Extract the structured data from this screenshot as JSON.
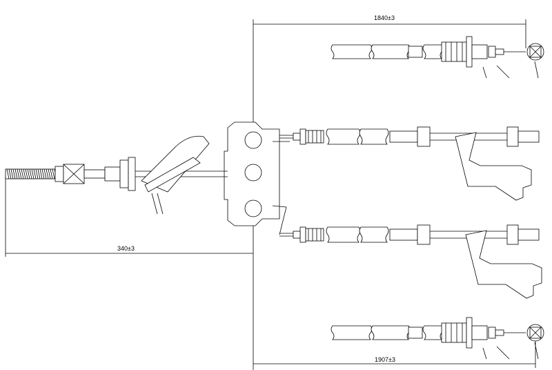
{
  "drawing": {
    "title": "Parking brake cable assembly",
    "dimensions": {
      "top": "1840±3",
      "left": "340±3",
      "bottom": "1907±3"
    }
  }
}
